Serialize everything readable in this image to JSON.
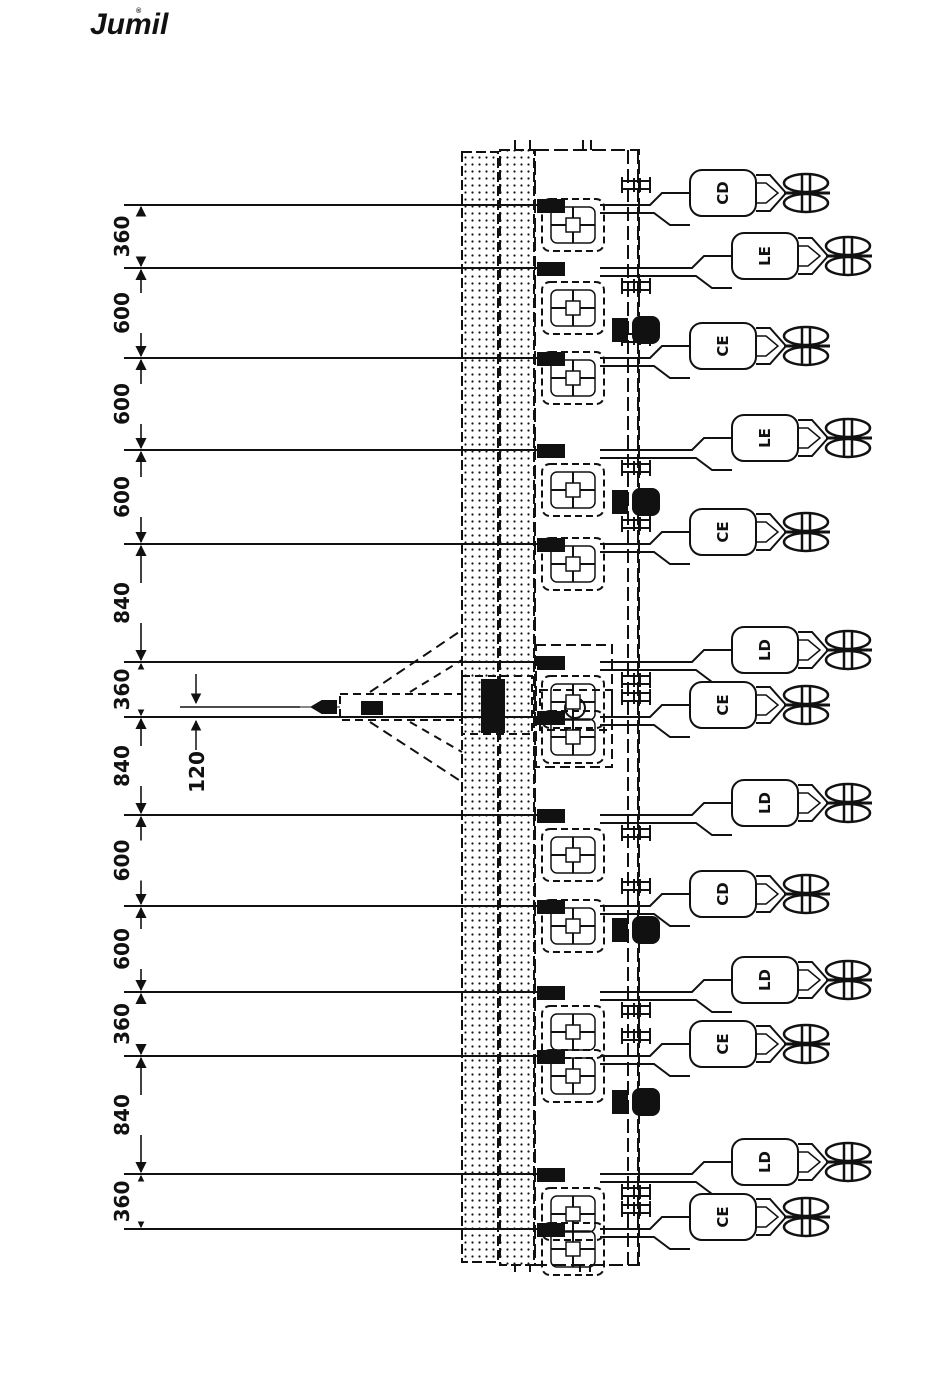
{
  "brand": {
    "logo_text": "Jumil",
    "mark": "®"
  },
  "colors": {
    "ink": "#111111",
    "paper": "#ffffff"
  },
  "dimensions": {
    "segments": [
      {
        "label": "360"
      },
      {
        "label": "600"
      },
      {
        "label": "600"
      },
      {
        "label": "600"
      },
      {
        "label": "840"
      },
      {
        "label": "360"
      },
      {
        "label": "840"
      },
      {
        "label": "600"
      },
      {
        "label": "600"
      },
      {
        "label": "360"
      },
      {
        "label": "840"
      },
      {
        "label": "360"
      }
    ],
    "hitch_offset": {
      "label": "120"
    }
  },
  "row_units": [
    {
      "label": "CD",
      "offset": "near"
    },
    {
      "label": "LE",
      "offset": "far"
    },
    {
      "label": "CE",
      "offset": "near"
    },
    {
      "label": "LE",
      "offset": "far"
    },
    {
      "label": "CE",
      "offset": "near"
    },
    {
      "label": "LD",
      "offset": "far"
    },
    {
      "label": "CE",
      "offset": "near"
    },
    {
      "label": "LD",
      "offset": "far"
    },
    {
      "label": "CD",
      "offset": "near"
    },
    {
      "label": "LD",
      "offset": "far"
    },
    {
      "label": "CE",
      "offset": "near"
    },
    {
      "label": "LD",
      "offset": "far"
    },
    {
      "label": "CE",
      "offset": "near"
    }
  ]
}
